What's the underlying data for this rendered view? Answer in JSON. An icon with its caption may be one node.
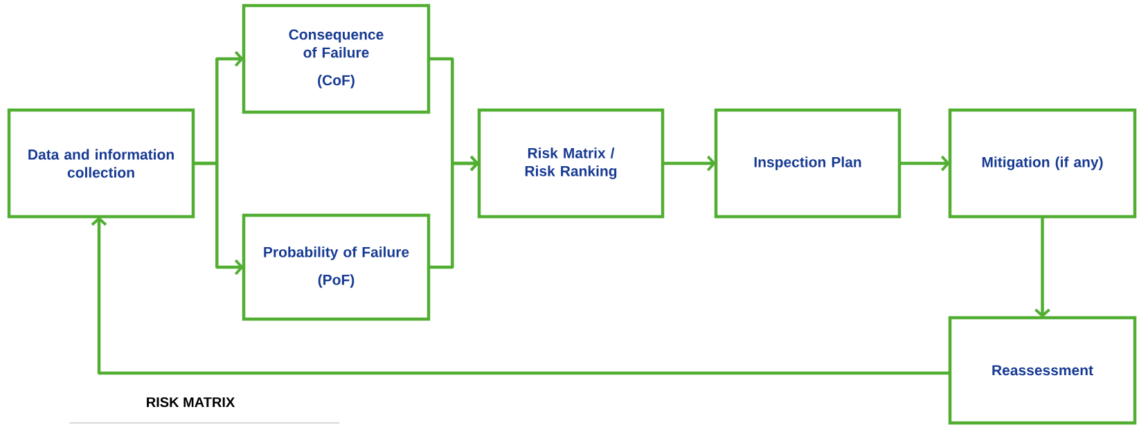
{
  "diagram": {
    "nodes": [
      {
        "text": [
          "Data and information collection"
        ]
      },
      {
        "text": [
          "Consequence of Failure",
          "(CoF)"
        ]
      },
      {
        "text": [
          "Probability of Failure",
          "(PoF)"
        ]
      },
      {
        "text": [
          "Risk Matrix / Risk Ranking"
        ]
      },
      {
        "text": [
          "Inspection Plan"
        ]
      },
      {
        "text": [
          "Mitigation (if any)"
        ]
      },
      {
        "text": [
          "Reassessment"
        ]
      }
    ],
    "edges": [
      {
        "from": 0,
        "to": 1,
        "arrow": "to"
      },
      {
        "from": 0,
        "to": 2,
        "arrow": "to"
      },
      {
        "from": 1,
        "to": 3,
        "arrow": "to"
      },
      {
        "from": 2,
        "to": 3,
        "arrow": "to"
      },
      {
        "from": 3,
        "to": 4,
        "arrow": "to"
      },
      {
        "from": 4,
        "to": 5,
        "arrow": "to"
      },
      {
        "from": 5,
        "to": 6,
        "arrow": "to"
      },
      {
        "from": 6,
        "to": 0,
        "arrow": "to"
      }
    ],
    "labels": [
      "RISK MATRIX"
    ]
  }
}
